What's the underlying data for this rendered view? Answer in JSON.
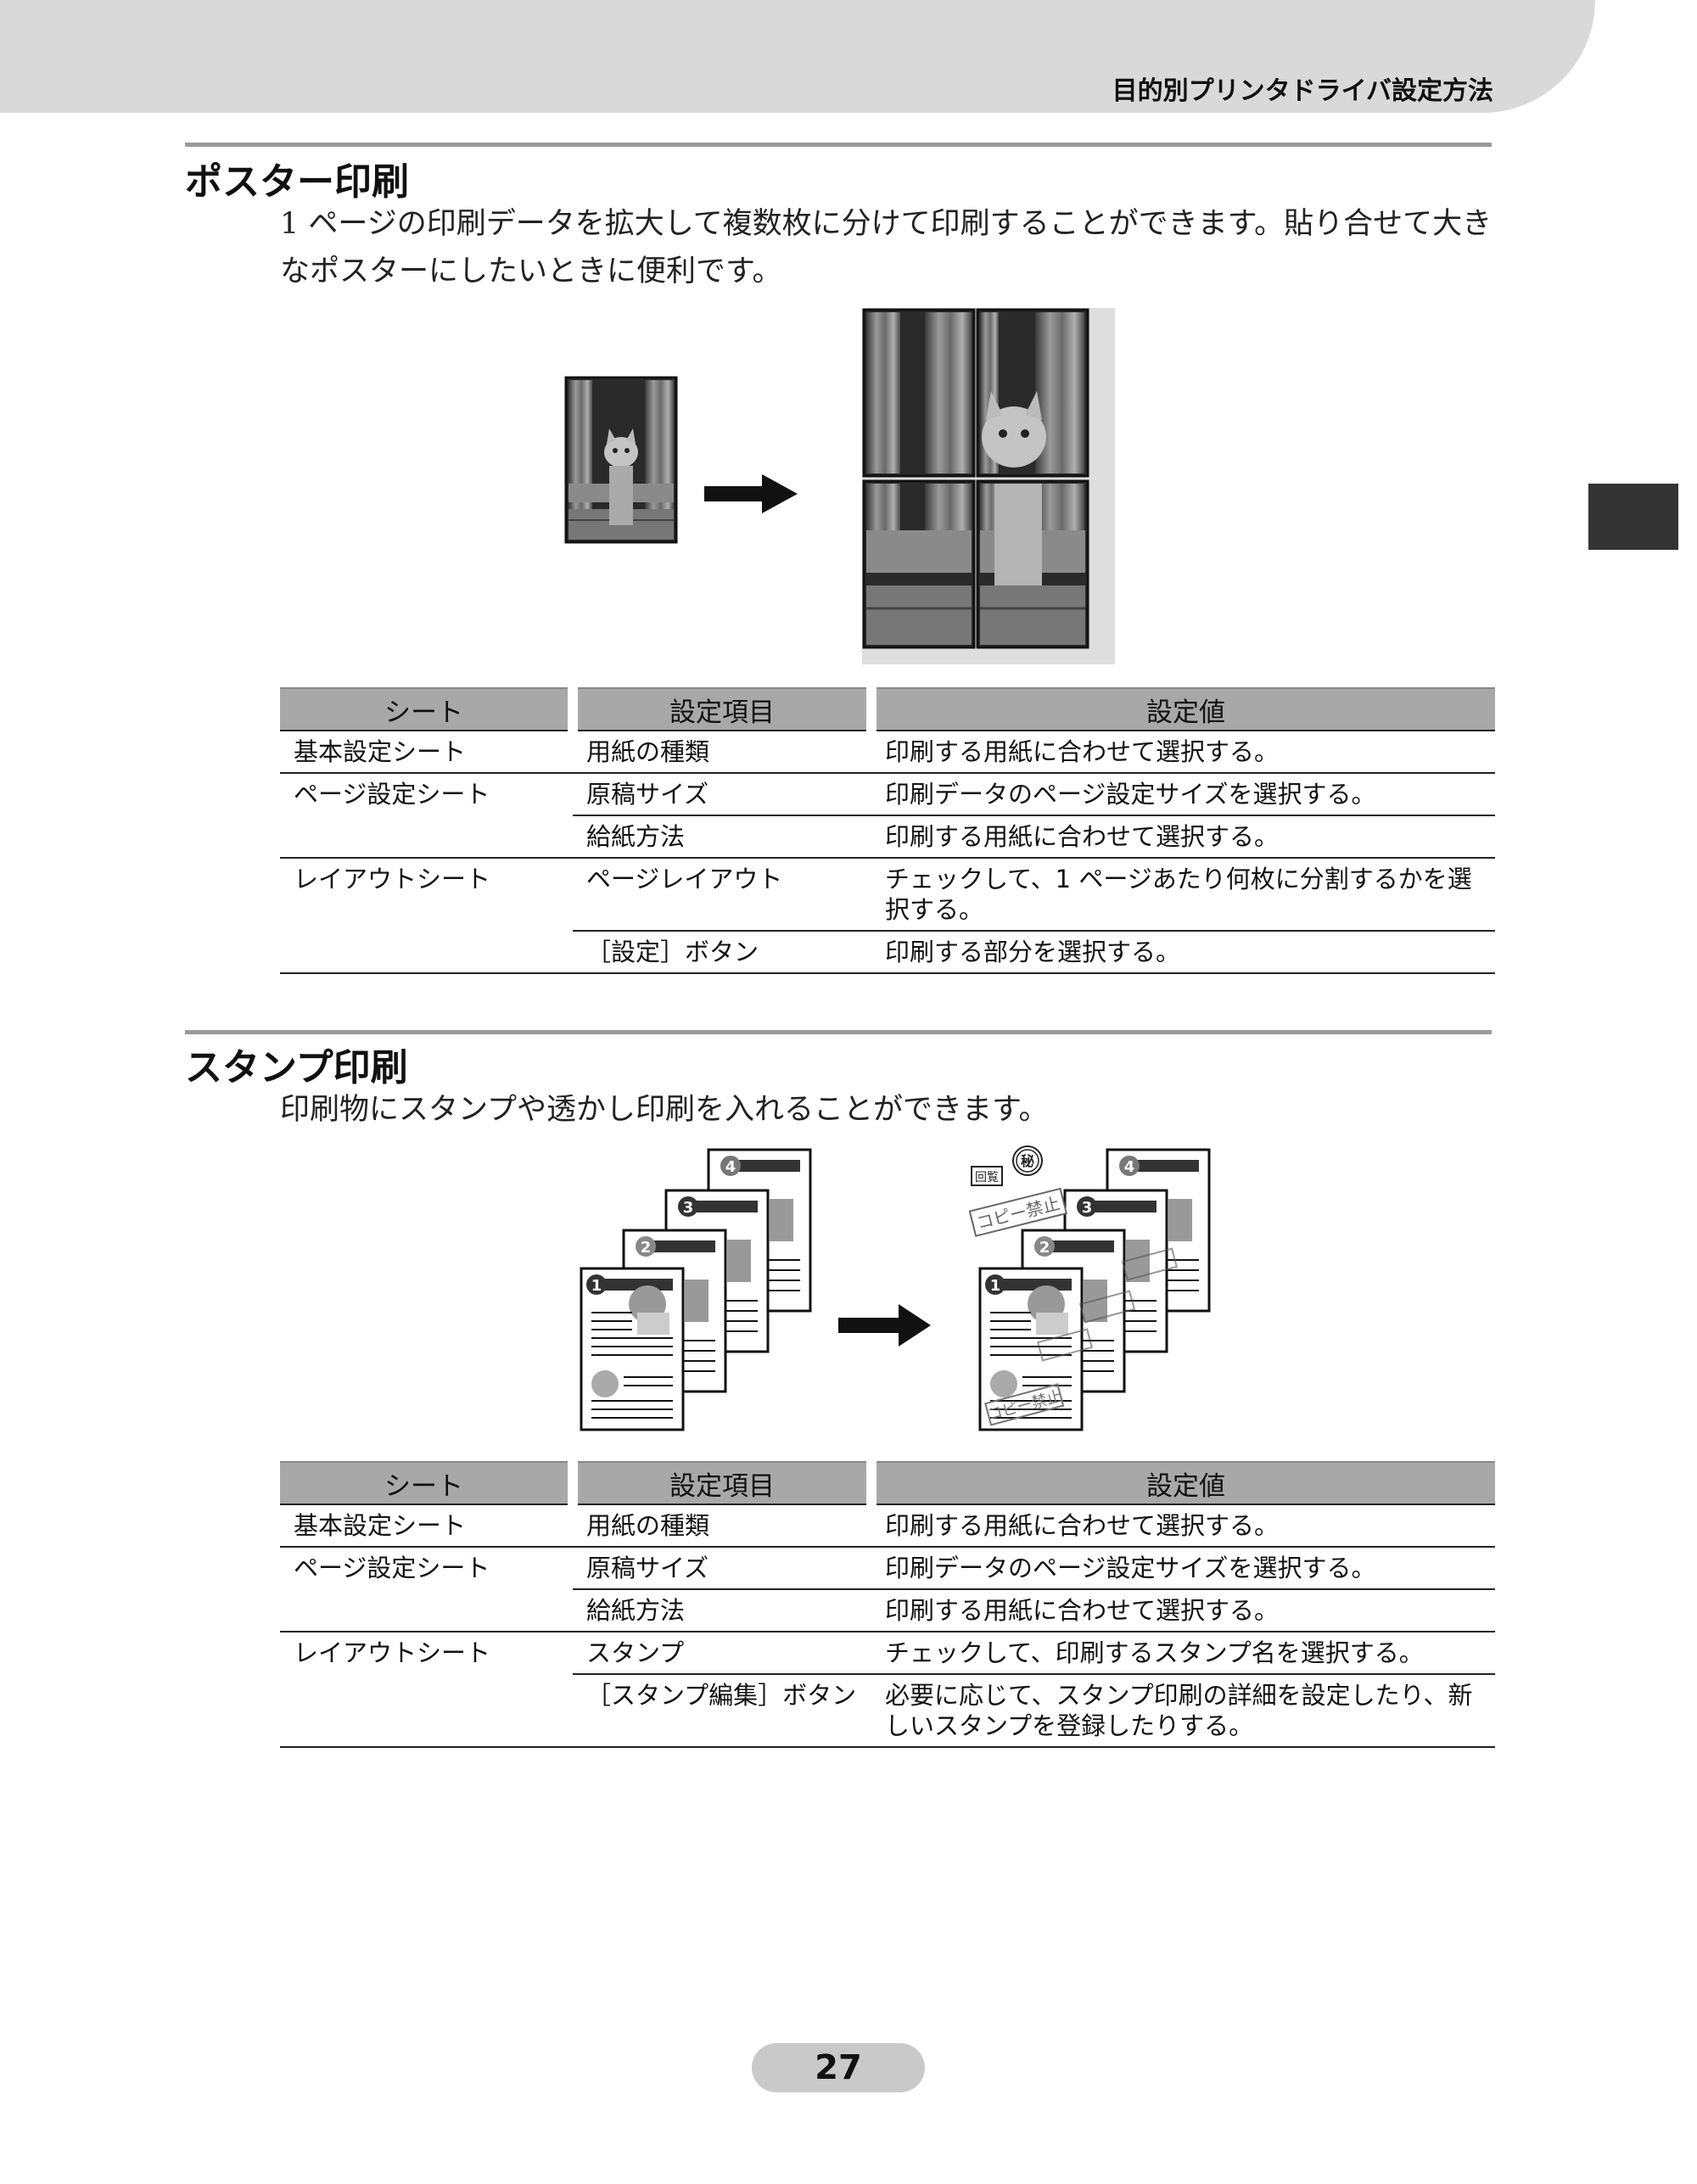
{
  "header": {
    "title": "目的別プリンタドライバ設定方法"
  },
  "poster": {
    "title": "ポスター印刷",
    "description": "1 ページの印刷データを拡大して複数枚に分けて印刷することができます。貼り合せて大きなポスターにしたいときに便利です。",
    "table": {
      "headers": [
        "シート",
        "設定項目",
        "設定値"
      ],
      "rows": [
        {
          "sheet": "基本設定シート",
          "item": "用紙の種類",
          "value": "印刷する用紙に合わせて選択する。"
        },
        {
          "sheet": "ページ設定シート",
          "item": "原稿サイズ",
          "value": "印刷データのページ設定サイズを選択する。"
        },
        {
          "sheet": "",
          "item": "給紙方法",
          "value": "印刷する用紙に合わせて選択する。"
        },
        {
          "sheet": "レイアウトシート",
          "item": "ページレイアウト",
          "value": "チェックして、1 ページあたり何枚に分割するかを選択する。"
        },
        {
          "sheet": "",
          "item": "［設定］ボタン",
          "value": "印刷する部分を選択する。"
        }
      ]
    }
  },
  "stamp": {
    "title": "スタンプ印刷",
    "description": "印刷物にスタンプや透かし印刷を入れることができます。",
    "stamps": {
      "kairan": "回覧",
      "hi": "秘",
      "copy": "コピー禁止"
    },
    "page_numbers": [
      "1",
      "2",
      "3",
      "4"
    ],
    "table": {
      "headers": [
        "シート",
        "設定項目",
        "設定値"
      ],
      "rows": [
        {
          "sheet": "基本設定シート",
          "item": "用紙の種類",
          "value": "印刷する用紙に合わせて選択する。"
        },
        {
          "sheet": "ページ設定シート",
          "item": "原稿サイズ",
          "value": "印刷データのページ設定サイズを選択する。"
        },
        {
          "sheet": "",
          "item": "給紙方法",
          "value": "印刷する用紙に合わせて選択する。"
        },
        {
          "sheet": "レイアウトシート",
          "item": "スタンプ",
          "value": "チェックして、印刷するスタンプ名を選択する。"
        },
        {
          "sheet": "",
          "item": "［スタンプ編集］ボタン",
          "value": "必要に応じて、スタンプ印刷の詳細を設定したり、新しいスタンプを登録したりする。"
        }
      ]
    }
  },
  "footer": {
    "page_number": "27"
  }
}
